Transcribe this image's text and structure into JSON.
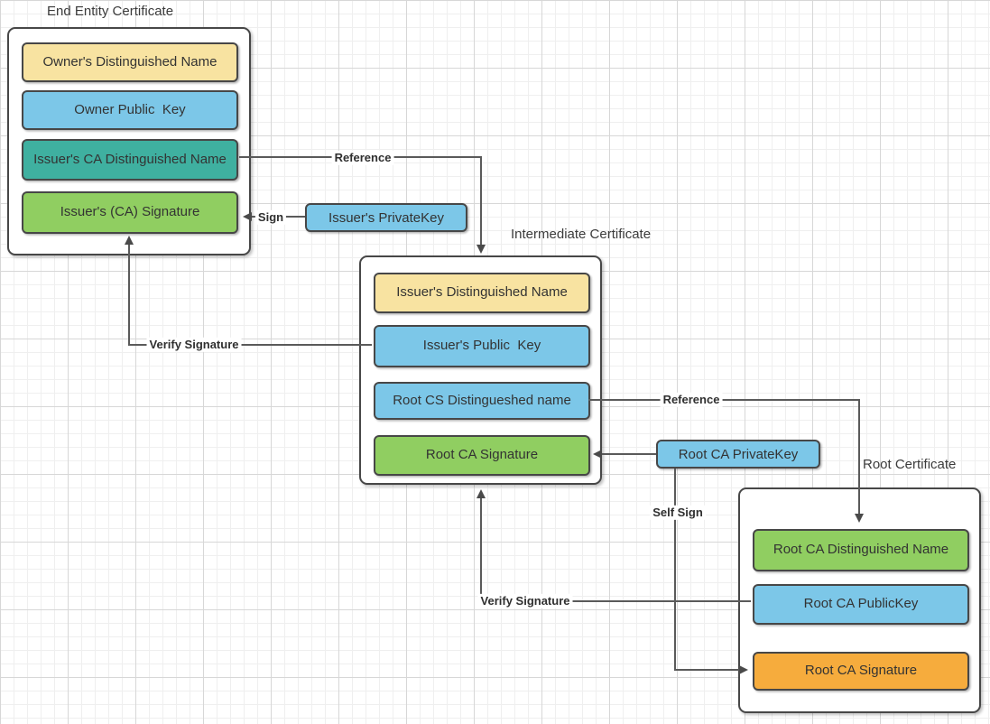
{
  "colors": {
    "yellow": "#F8E3A1",
    "blue": "#7CC7E8",
    "teal": "#3FB0A0",
    "green": "#90CE61",
    "orange": "#F6AC3D",
    "container_bg": "#FFFFFF",
    "shape_border": "#474747",
    "connector_line": "#5A5A5A",
    "label_text": "#2F2F2F"
  },
  "certificates": {
    "end_entity": {
      "title": "End Entity Certificate",
      "fields": [
        {
          "label": "Owner's Distinguished Name",
          "fill": "#F8E3A1"
        },
        {
          "label": "Owner Public  Key",
          "fill": "#7CC7E8"
        },
        {
          "label": "Issuer's CA Distinguished Name",
          "fill": "#3FB0A0"
        },
        {
          "label": "Issuer's (CA) Signature",
          "fill": "#90CE61"
        }
      ]
    },
    "intermediate": {
      "title": "Intermediate Certificate",
      "fields": [
        {
          "label": "Issuer's Distinguished Name",
          "fill": "#F8E3A1"
        },
        {
          "label": "Issuer's Public  Key",
          "fill": "#7CC7E8"
        },
        {
          "label": "Root CS Distingueshed name",
          "fill": "#7CC7E8"
        },
        {
          "label": "Root CA Signature",
          "fill": "#90CE61"
        }
      ]
    },
    "root": {
      "title": "Root Certificate",
      "fields": [
        {
          "label": "Root CA Distinguished Name",
          "fill": "#90CE61"
        },
        {
          "label": "Root CA PublicKey",
          "fill": "#7CC7E8"
        },
        {
          "label": "Root CA Signature",
          "fill": "#F6AC3D"
        }
      ]
    }
  },
  "keys": {
    "issuer_private_key": {
      "label": "Issuer's PrivateKey",
      "fill": "#7CC7E8"
    },
    "root_ca_private_key": {
      "label": "Root CA PrivateKey",
      "fill": "#7CC7E8"
    }
  },
  "edge_labels": {
    "reference_end_to_intermediate": "Reference",
    "sign": "Sign",
    "verify_signature_intermediate_to_end": "Verify Signature",
    "reference_intermediate_to_root": "Reference",
    "self_sign": "Self Sign",
    "verify_signature_root_to_intermediate": "Verify Signature"
  }
}
